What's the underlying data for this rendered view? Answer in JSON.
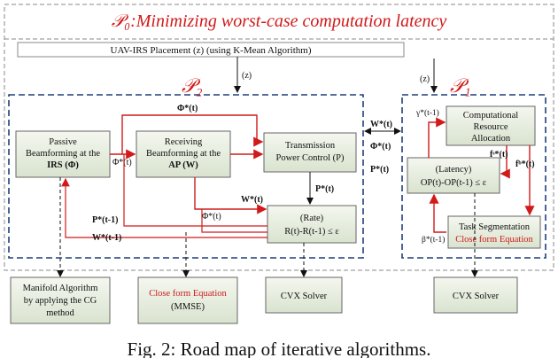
{
  "title": "𝒫₀:Minimizing worst-case computation latency",
  "placement_label": "UAV-IRS Placement (z) (using K-Mean Algorithm)",
  "z_label": "(z)",
  "p2_label": "𝒫₂",
  "p1_label": "𝒫₁",
  "blocks": {
    "passive": [
      "Passive",
      "Beamforming at the",
      "IRS (Φ)"
    ],
    "receiving": [
      "Receiving",
      "Beamforming at the",
      "AP (W)"
    ],
    "transmission": [
      "Transmission",
      "Power Control (P)"
    ],
    "rate": [
      "(Rate)",
      "R(t)-R(t-1) ≤ ε"
    ],
    "computational": [
      "Computational",
      "Resource",
      "Allocation"
    ],
    "latency": [
      "(Latency)",
      "OP(t)-OP(t-1) ≤ ε"
    ],
    "task_seg": [
      "Task Segmentation"
    ],
    "task_seg_red": "Close form Equation"
  },
  "signals": {
    "phi_star_t": "Φ*(t)",
    "phi_star_t2": "Φ*(t)",
    "phi_star_t3": "Φ*(t)",
    "w_star_t": "W*(t)",
    "p_star_t": "P*(t)",
    "p_star_t1": "P*(t-1)",
    "w_star_t1": "W*(t-1)",
    "w_star_mid": "W*(t)",
    "phi_star_mid": "Φ*(t)",
    "p_star_mid": "P*(t)",
    "gamma_t1": "γ*(t-1)",
    "f_s_t": "fˢ*(t)",
    "f_b_t": "fᵇ*(t)",
    "beta_t1": "β*(t-1)"
  },
  "bottom": {
    "manifold": [
      "Manifold Algorithm",
      "by applying the CG",
      "method"
    ],
    "closeform": [
      "Close form Equation",
      "(MMSE)"
    ],
    "cvx1": "CVX Solver",
    "cvx2": "CVX Solver"
  },
  "caption": "Fig. 2: Road map of iterative algorithms.",
  "colors": {
    "blue_dash": "#1f3f7a",
    "red": "#d11a1a",
    "block_fill": "#e9efe2"
  }
}
